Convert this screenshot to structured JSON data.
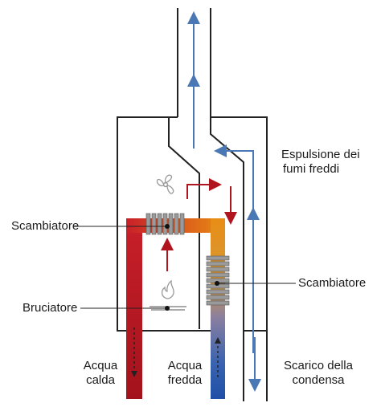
{
  "labels": {
    "exhaust": [
      "Espulsione dei",
      "fumi freddi"
    ],
    "exchanger_top": "Scambiatore",
    "exchanger_right": "Scambiatore",
    "burner": "Bruciatore",
    "hot_water": [
      "Acqua",
      "calda"
    ],
    "cold_water": [
      "Acqua",
      "fredda"
    ],
    "condensate": [
      "Scarico della",
      "condensa"
    ]
  },
  "icons": [
    "fan-icon",
    "flame-icon"
  ],
  "colors": {
    "hot": "#b0141e",
    "warm": "#e37b16",
    "cold": "#2a5aa8",
    "flue_arrow": "#4a78b4",
    "outline": "#222222"
  }
}
